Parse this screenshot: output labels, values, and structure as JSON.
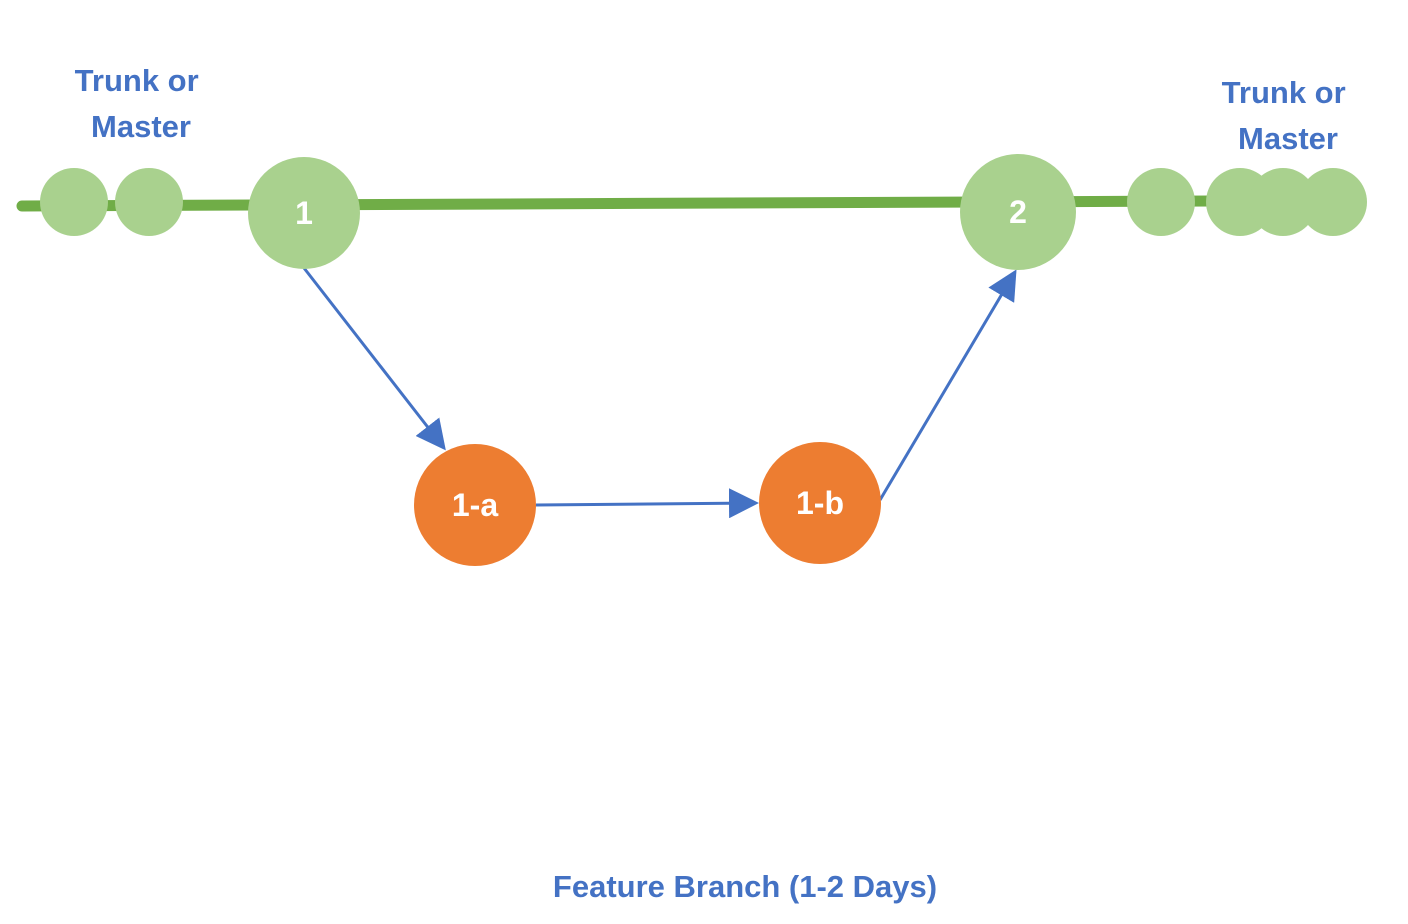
{
  "colors": {
    "trunk_line": "#70ad47",
    "trunk_commit": "#a9d18e",
    "branch_commit": "#ed7d31",
    "arrow": "#4472c4",
    "label_text": "#4472c4",
    "node_text": "#ffffff"
  },
  "labels": {
    "trunk_left": [
      "Trunk or",
      "Master"
    ],
    "trunk_right": [
      "Trunk or",
      "Master"
    ],
    "caption": "Feature Branch (1-2 Days)"
  },
  "nodes": {
    "commit_1": "1",
    "commit_2": "2",
    "commit_1a": "1-a",
    "commit_1b": "1-b"
  },
  "edges": [
    {
      "from": "1",
      "to": "1-a"
    },
    {
      "from": "1-a",
      "to": "1-b"
    },
    {
      "from": "1-b",
      "to": "2"
    }
  ]
}
